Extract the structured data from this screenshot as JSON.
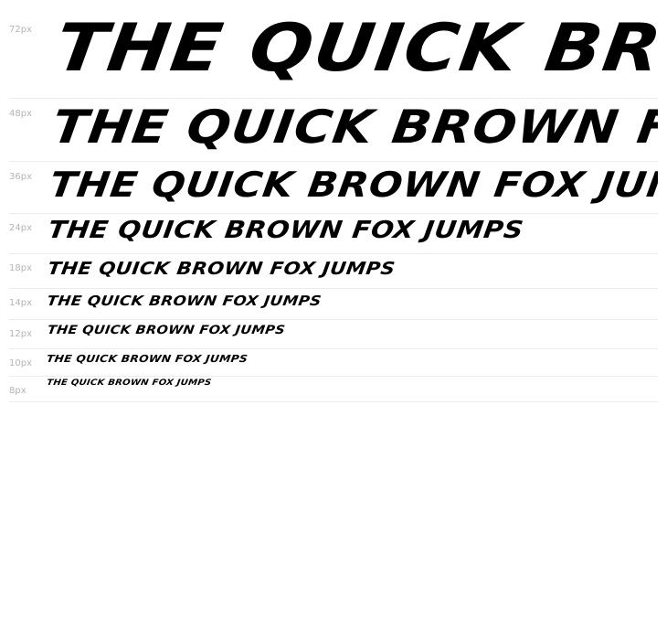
{
  "specimen": {
    "sample_text": "THE QUICK BROWN FOX JUMPS",
    "text_color": "#000000",
    "label_color": "#b4b4b4",
    "divider_color": "#ececec",
    "rows": [
      {
        "label": "72px"
      },
      {
        "label": "48px"
      },
      {
        "label": "36px"
      },
      {
        "label": "24px"
      },
      {
        "label": "18px"
      },
      {
        "label": "14px"
      },
      {
        "label": "12px"
      },
      {
        "label": "10px"
      },
      {
        "label": "8px"
      }
    ]
  }
}
